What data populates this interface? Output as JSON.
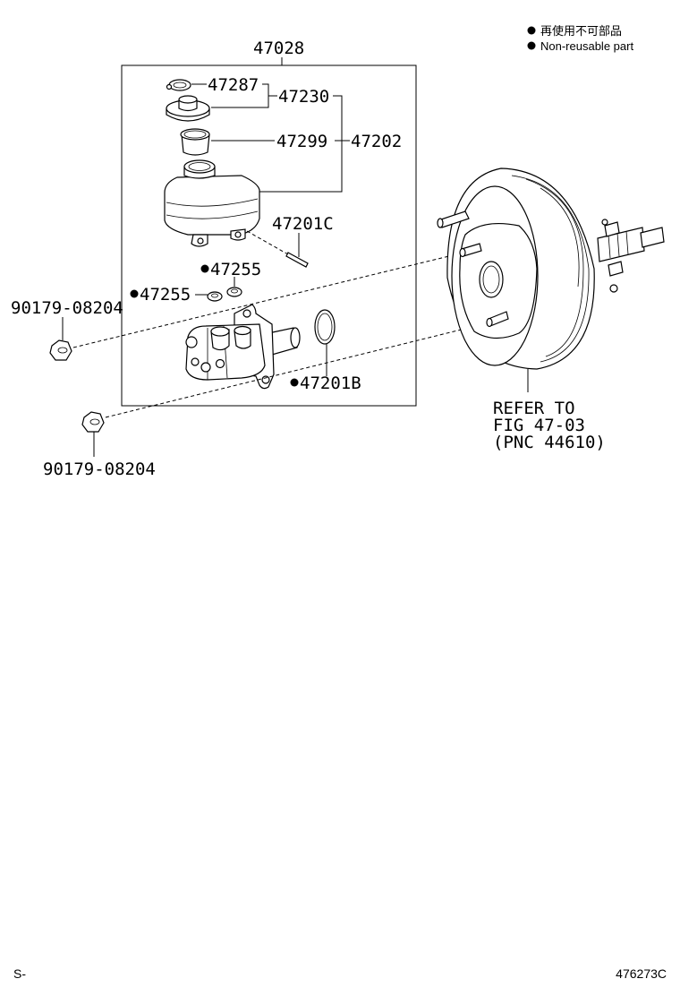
{
  "legend": {
    "jp": "再使用不可部品",
    "en": "Non-reusable part"
  },
  "labels": {
    "assembly": "47028",
    "clip": "47287",
    "cap": "47230",
    "strainer": "47299",
    "reservoir": "47202",
    "pin": "47201C",
    "grommet_upper": "47255",
    "grommet_lower": "47255",
    "oring": "47201B",
    "nut_upper": "90179-08204",
    "nut_lower": "90179-08204",
    "refer_line1": "REFER TO",
    "refer_line2": "FIG 47-03",
    "refer_line3": "(PNC 44610)"
  },
  "footer": {
    "left": "S-",
    "right": "476273C"
  }
}
